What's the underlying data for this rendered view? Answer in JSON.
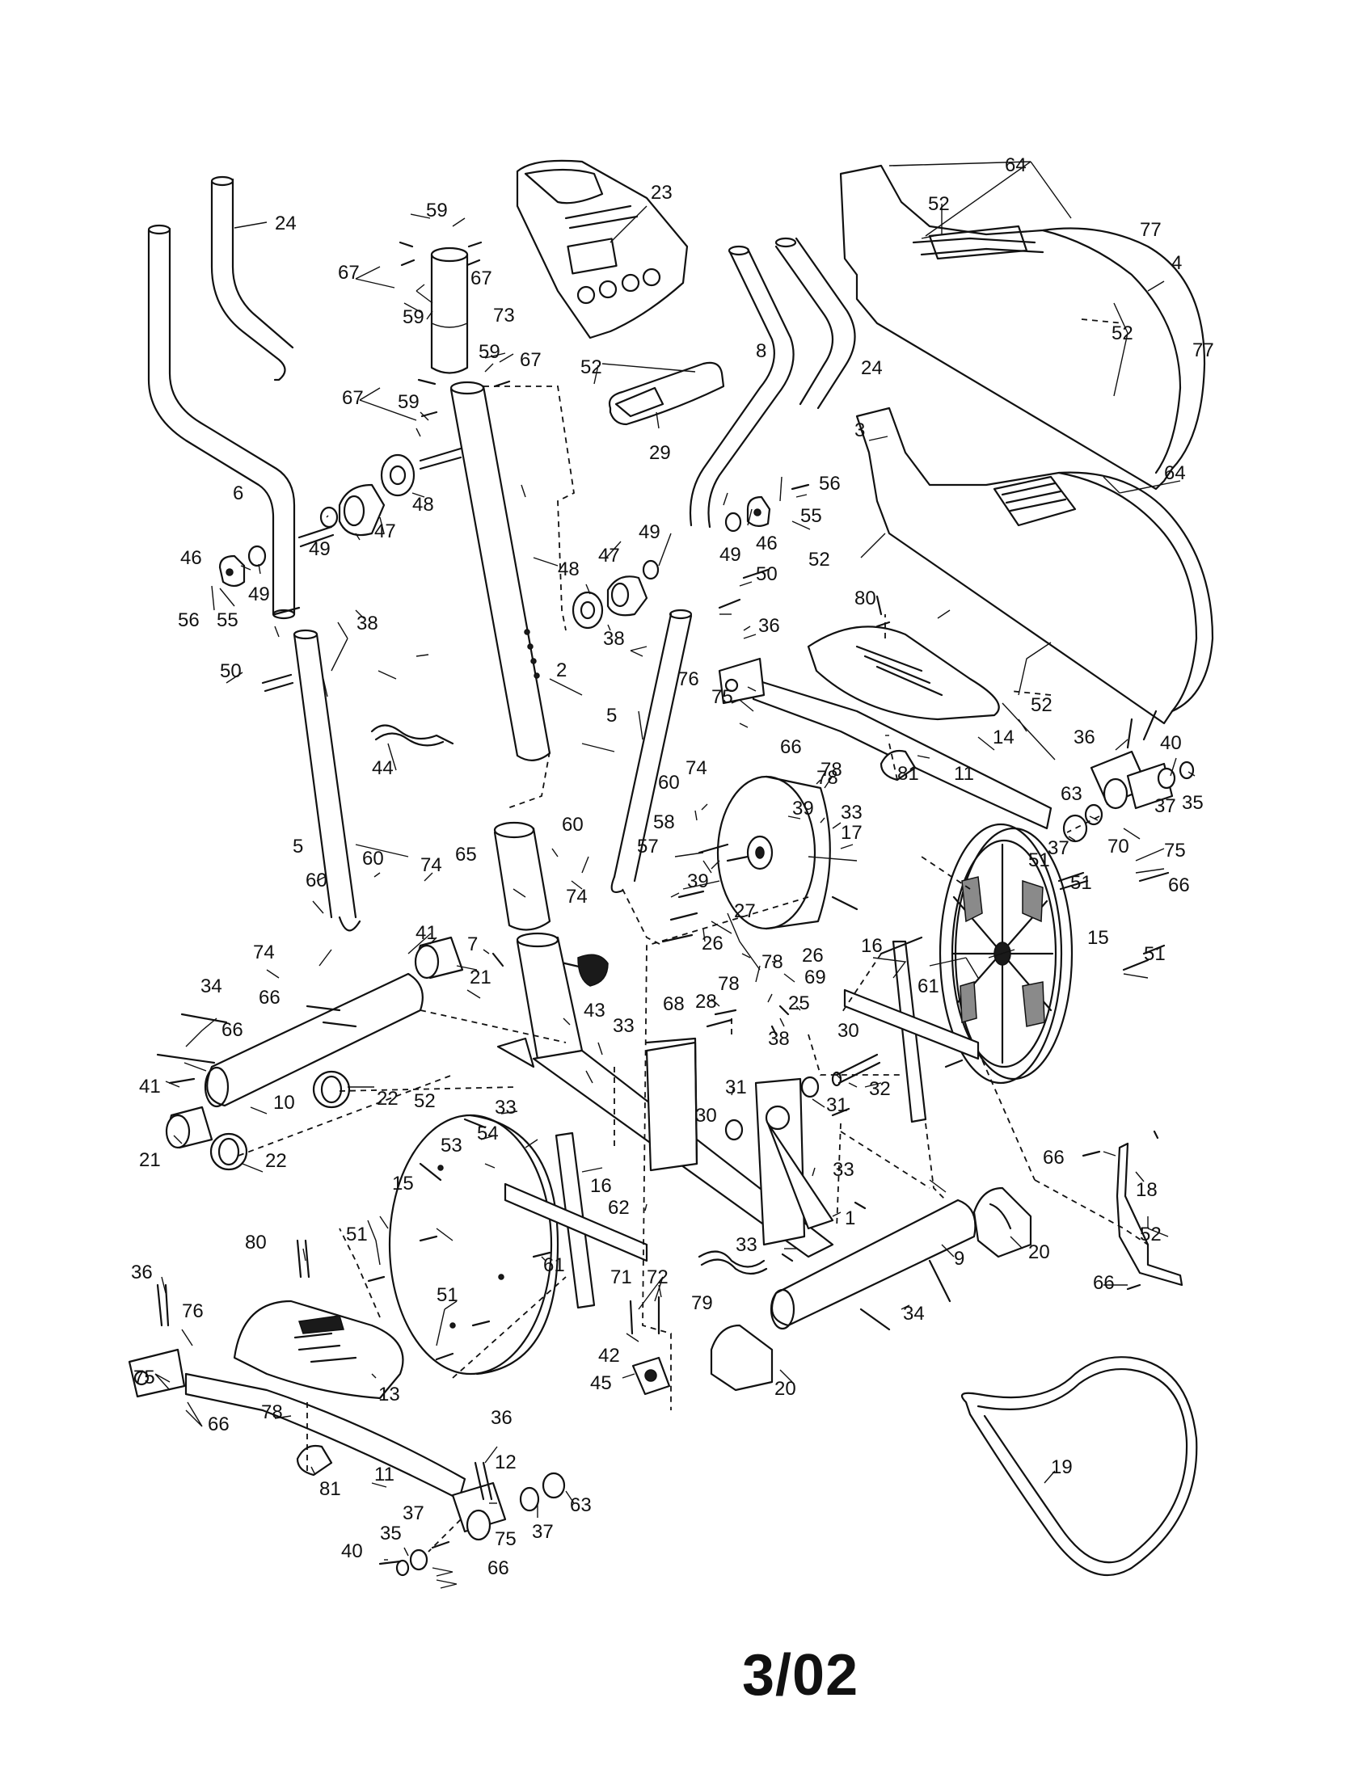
{
  "date_code": "3/02",
  "callouts": [
    "1",
    "2",
    "3",
    "4",
    "5",
    "6",
    "7",
    "8",
    "9",
    "10",
    "11",
    "12",
    "13",
    "14",
    "15",
    "16",
    "17",
    "18",
    "19",
    "20",
    "21",
    "22",
    "23",
    "24",
    "25",
    "26",
    "27",
    "28",
    "29",
    "30",
    "31",
    "32",
    "33",
    "34",
    "35",
    "36",
    "37",
    "38",
    "39",
    "40",
    "41",
    "42",
    "43",
    "44",
    "45",
    "46",
    "47",
    "48",
    "49",
    "50",
    "51",
    "52",
    "53",
    "54",
    "55",
    "56",
    "57",
    "58",
    "59",
    "60",
    "61",
    "62",
    "63",
    "64",
    "65",
    "66",
    "67",
    "68",
    "69",
    "70",
    "71",
    "72",
    "73",
    "74",
    "75",
    "76",
    "77",
    "78",
    "79",
    "80",
    "81"
  ]
}
